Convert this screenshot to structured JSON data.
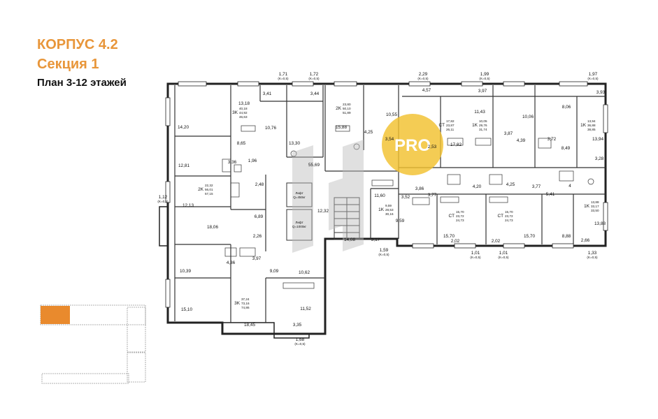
{
  "heading": {
    "title": "КОРПУС 4.2",
    "section": "Секция 1",
    "plan": "План 3-12 этажей"
  },
  "colors": {
    "accent": "#e8963a",
    "badge": "#f2c12e",
    "highlight": "#e98a2d",
    "walls": "#222222"
  },
  "badge": {
    "text": "PRO"
  },
  "outside_labels": [
    {
      "v": "1,71",
      "k": "(K=0,5)"
    },
    {
      "v": "1,72",
      "k": "(K=0,5)"
    },
    {
      "v": "2,29",
      "k": "(K=0,5)"
    },
    {
      "v": "1,99",
      "k": "(K=0,5)"
    },
    {
      "v": "1,97",
      "k": "(K=0,5)"
    },
    {
      "v": "1,12",
      "k": "(K=0,5)"
    },
    {
      "v": "1,59",
      "k": "(K=0,5)"
    },
    {
      "v": "1,01",
      "k": "(K=0,5)"
    },
    {
      "v": "1,01",
      "k": "(K=0,5)"
    },
    {
      "v": "1,33",
      "k": "(K=0,5)"
    },
    {
      "v": "1,68",
      "k": "(K=0,5)"
    }
  ],
  "areas": [
    "13,18",
    "3,41",
    "3,44",
    "14,20",
    "10,76",
    "13,30",
    "55,69",
    "8,65",
    "12,81",
    "3,36",
    "1,96",
    "2,48",
    "12,13",
    "6,89",
    "18,06",
    "12,32",
    "14,08",
    "3,17",
    "9,59",
    "11,60",
    "3,52",
    "3,86",
    "2,26",
    "10,39",
    "4,36",
    "3,97",
    "9,09",
    "10,62",
    "15,10",
    "18,45",
    "3,35",
    "11,52",
    "4,57",
    "3,97",
    "11,43",
    "10,06",
    "8,06",
    "3,93",
    "15,88",
    "4,25",
    "10,55",
    "17,82",
    "3,87",
    "4,39",
    "3,72",
    "8,49",
    "13,94",
    "3,28",
    "3,77",
    "4,20",
    "4,25",
    "3,77",
    "5,41",
    "4",
    "2,02",
    "2,02",
    "15,70",
    "15,70",
    "8,88",
    "13,88",
    "2,66",
    "3,54",
    "2,53"
  ],
  "apartments": [
    {
      "t": "3K",
      "a": "40,18",
      "b": "44,92",
      "c": "46,63"
    },
    {
      "t": "2K",
      "a": "23,80",
      "b": "50,10",
      "c": "51,89"
    },
    {
      "t": "CT",
      "a": "17,82",
      "b": "23,87",
      "c": "26,11"
    },
    {
      "t": "1K",
      "a": "10,05",
      "b": "29,76",
      "c": "31,74"
    },
    {
      "t": "1K",
      "a": "13,94",
      "b": "36,88",
      "c": "38,85"
    },
    {
      "t": "2K",
      "a": "22,32",
      "b": "56,01",
      "c": "57,15"
    },
    {
      "t": "1K",
      "a": "9,59",
      "b": "28,53",
      "c": "30,16"
    },
    {
      "t": "CT",
      "a": "15,70",
      "b": "23,72",
      "c": "24,73"
    },
    {
      "t": "CT",
      "a": "15,70",
      "b": "23,72",
      "c": "24,73"
    },
    {
      "t": "1K",
      "a": "13,88",
      "b": "33,17",
      "c": "33,50"
    },
    {
      "t": "3K",
      "a": "37,24",
      "b": "73,16",
      "c": "74,86"
    }
  ],
  "elevators": [
    {
      "a": "Лифт",
      "b": "Q=450кг"
    },
    {
      "a": "Лифт",
      "b": "Q=1000кг"
    }
  ]
}
